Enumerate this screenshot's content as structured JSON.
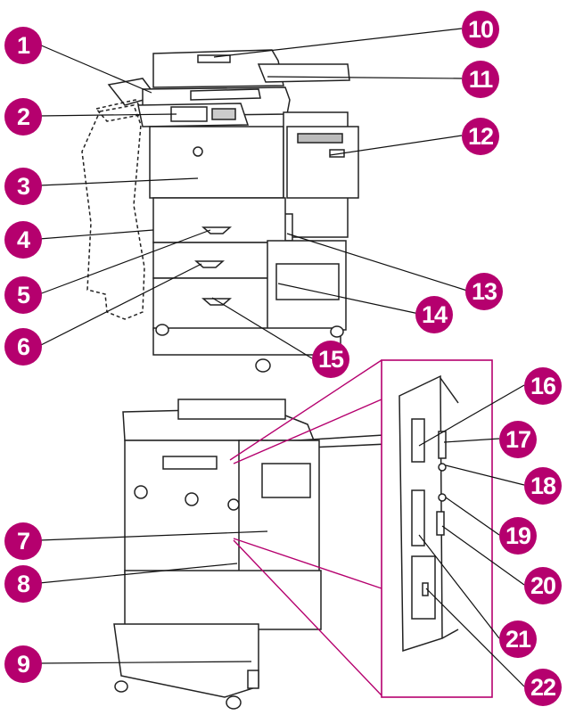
{
  "diagram": {
    "accent_color": "#b5006e",
    "callouts": [
      {
        "id": "c1",
        "label": "1"
      },
      {
        "id": "c2",
        "label": "2"
      },
      {
        "id": "c3",
        "label": "3"
      },
      {
        "id": "c4",
        "label": "4"
      },
      {
        "id": "c5",
        "label": "5"
      },
      {
        "id": "c6",
        "label": "6"
      },
      {
        "id": "c7",
        "label": "7"
      },
      {
        "id": "c8",
        "label": "8"
      },
      {
        "id": "c9",
        "label": "9"
      },
      {
        "id": "c10",
        "label": "10"
      },
      {
        "id": "c11",
        "label": "11"
      },
      {
        "id": "c12",
        "label": "12"
      },
      {
        "id": "c13",
        "label": "13"
      },
      {
        "id": "c14",
        "label": "14"
      },
      {
        "id": "c15",
        "label": "15"
      },
      {
        "id": "c16",
        "label": "16"
      },
      {
        "id": "c17",
        "label": "17"
      },
      {
        "id": "c18",
        "label": "18"
      },
      {
        "id": "c19",
        "label": "19"
      },
      {
        "id": "c20",
        "label": "20"
      },
      {
        "id": "c21",
        "label": "21"
      },
      {
        "id": "c22",
        "label": "22"
      }
    ]
  }
}
